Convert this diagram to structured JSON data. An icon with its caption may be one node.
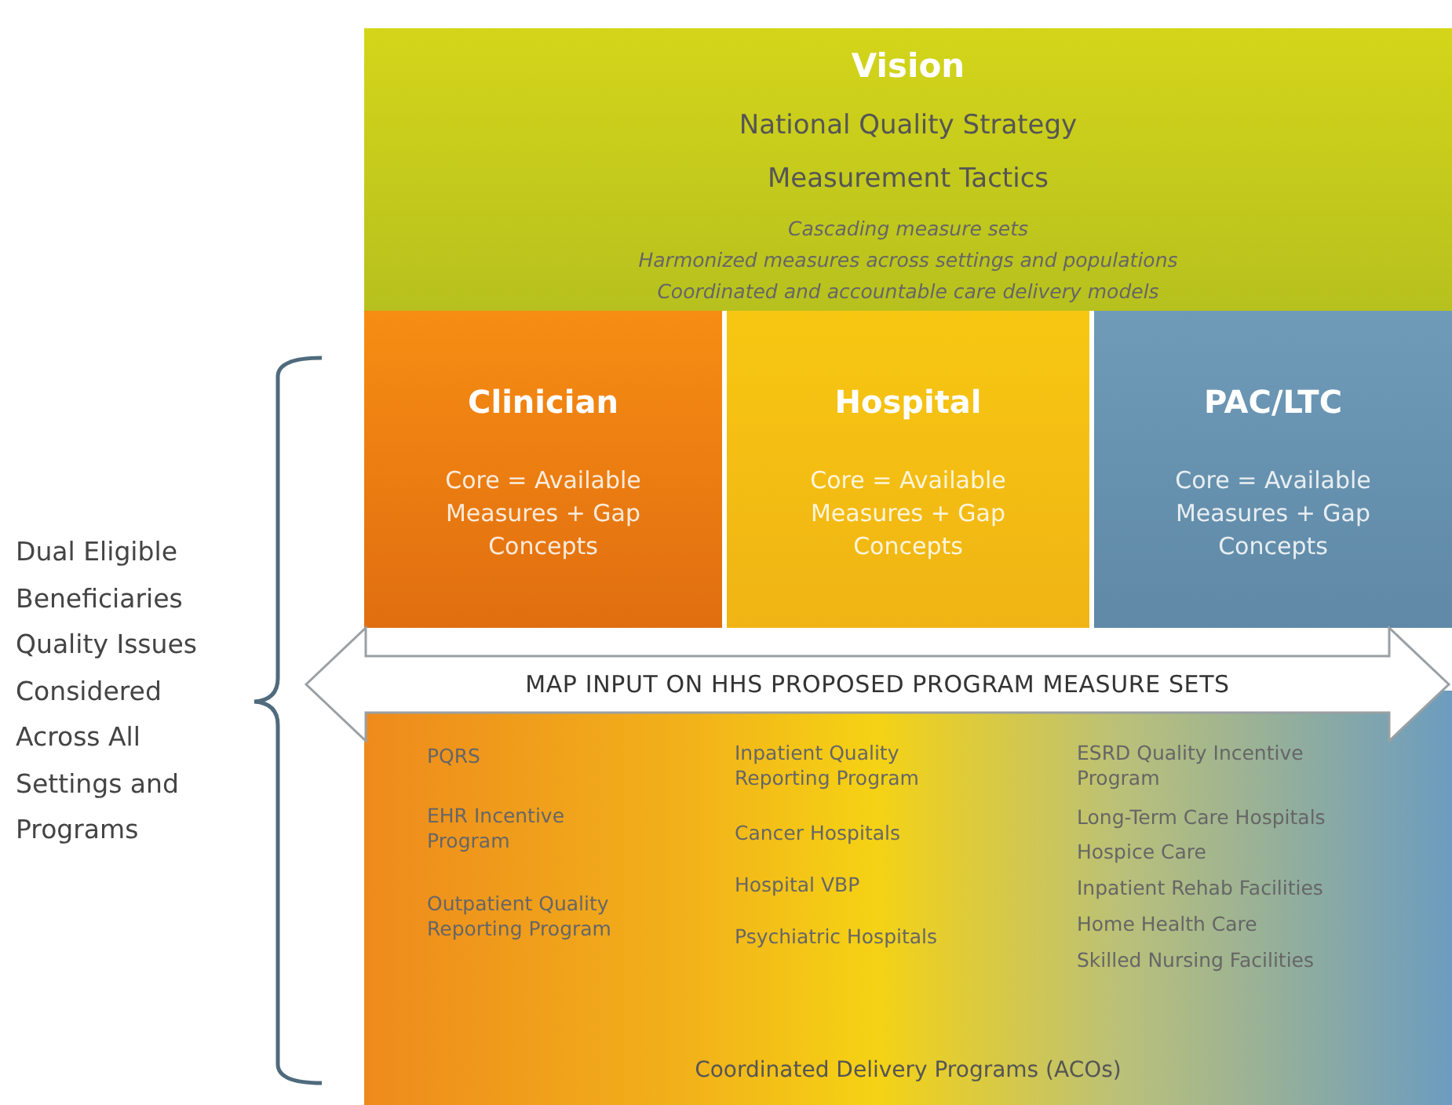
{
  "diagram": {
    "nodes": [
      {
        "text": [
          "Vision",
          "National Quality Strategy",
          "Measurement Tactics",
          "Cascading measure sets",
          "Harmonized measures across settings and populations",
          "Coordinated and accountable care delivery models"
        ]
      },
      {
        "text": [
          "Clinician",
          "Core = Available Measures + Gap Concepts"
        ]
      },
      {
        "text": [
          "Hospital",
          "Core = Available Measures + Gap Concepts"
        ]
      },
      {
        "text": [
          "PAC/LTC",
          "Core = Available Measures + Gap Concepts"
        ]
      },
      {
        "text": [
          "MAP INPUT ON HHS PROPOSED PROGRAM MEASURE SETS"
        ]
      },
      {
        "text": [
          "PQRS",
          "EHR Incentive Program",
          "Outpatient Quality Reporting Program",
          "Inpatient Quality Reporting Program",
          "Cancer Hospitals",
          "Hospital VBP",
          "Psychiatric Hospitals",
          "ESRD Quality Incentive Program",
          "Long-Term Care Hospitals",
          "Hospice Care",
          "Inpatient Rehab Facilities",
          "Home Health Care",
          "Skilled Nursing Facilities",
          "Coordinated Delivery Programs (ACOs)"
        ]
      }
    ],
    "edges": [],
    "labels": [
      "Dual Eligible Beneficiaries Quality Issues Considered Across All Settings and Programs"
    ]
  }
}
